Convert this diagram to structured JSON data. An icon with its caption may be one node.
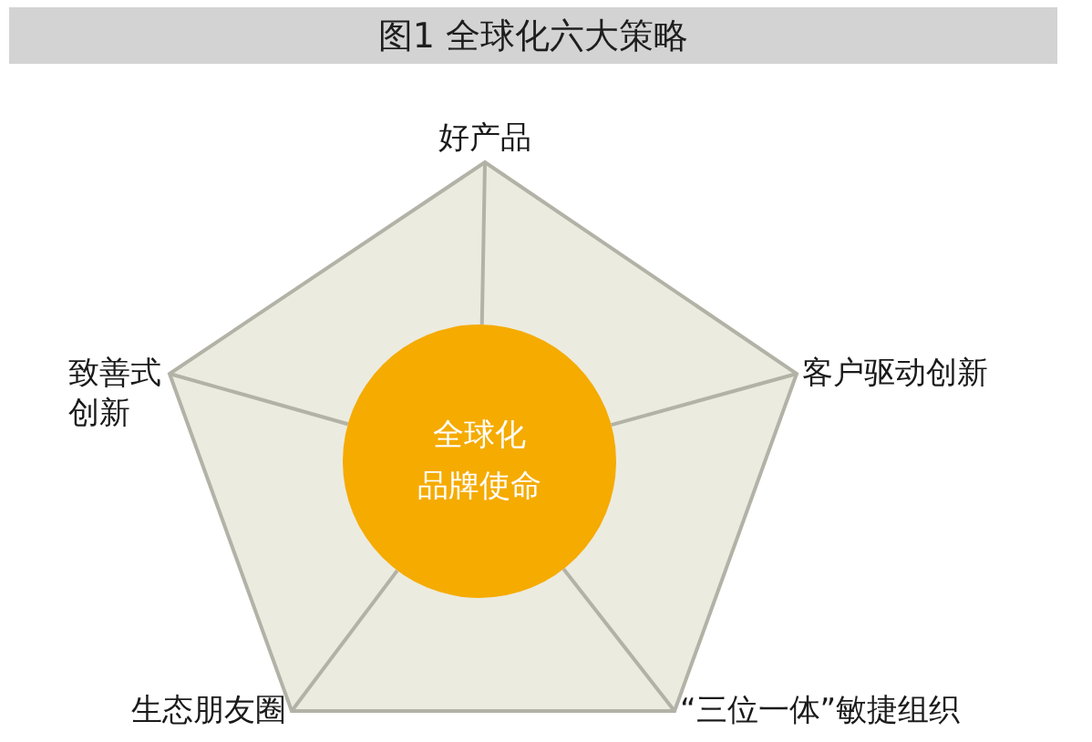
{
  "diagram": {
    "title": "图1 全球化六大策略",
    "nodes": [
      {
        "text": [],
        "shape": "pentagon"
      },
      {
        "text": [
          "全球化品牌使命"
        ],
        "in": 0
      },
      {
        "text": [
          "好产品"
        ]
      },
      {
        "text": [
          "致善式创新"
        ]
      },
      {
        "text": [
          "客户驱动创新"
        ]
      },
      {
        "text": [
          "生态朋友圈"
        ]
      },
      {
        "text": [
          "“三位一体”敏捷组织"
        ]
      }
    ],
    "edges": [
      {
        "from": 1,
        "to": 2,
        "arrow": "none"
      },
      {
        "from": 1,
        "to": 3,
        "arrow": "none"
      },
      {
        "from": 1,
        "to": 4,
        "arrow": "none"
      },
      {
        "from": 1,
        "to": 5,
        "arrow": "none"
      },
      {
        "from": 1,
        "to": 6,
        "arrow": "none"
      }
    ]
  }
}
